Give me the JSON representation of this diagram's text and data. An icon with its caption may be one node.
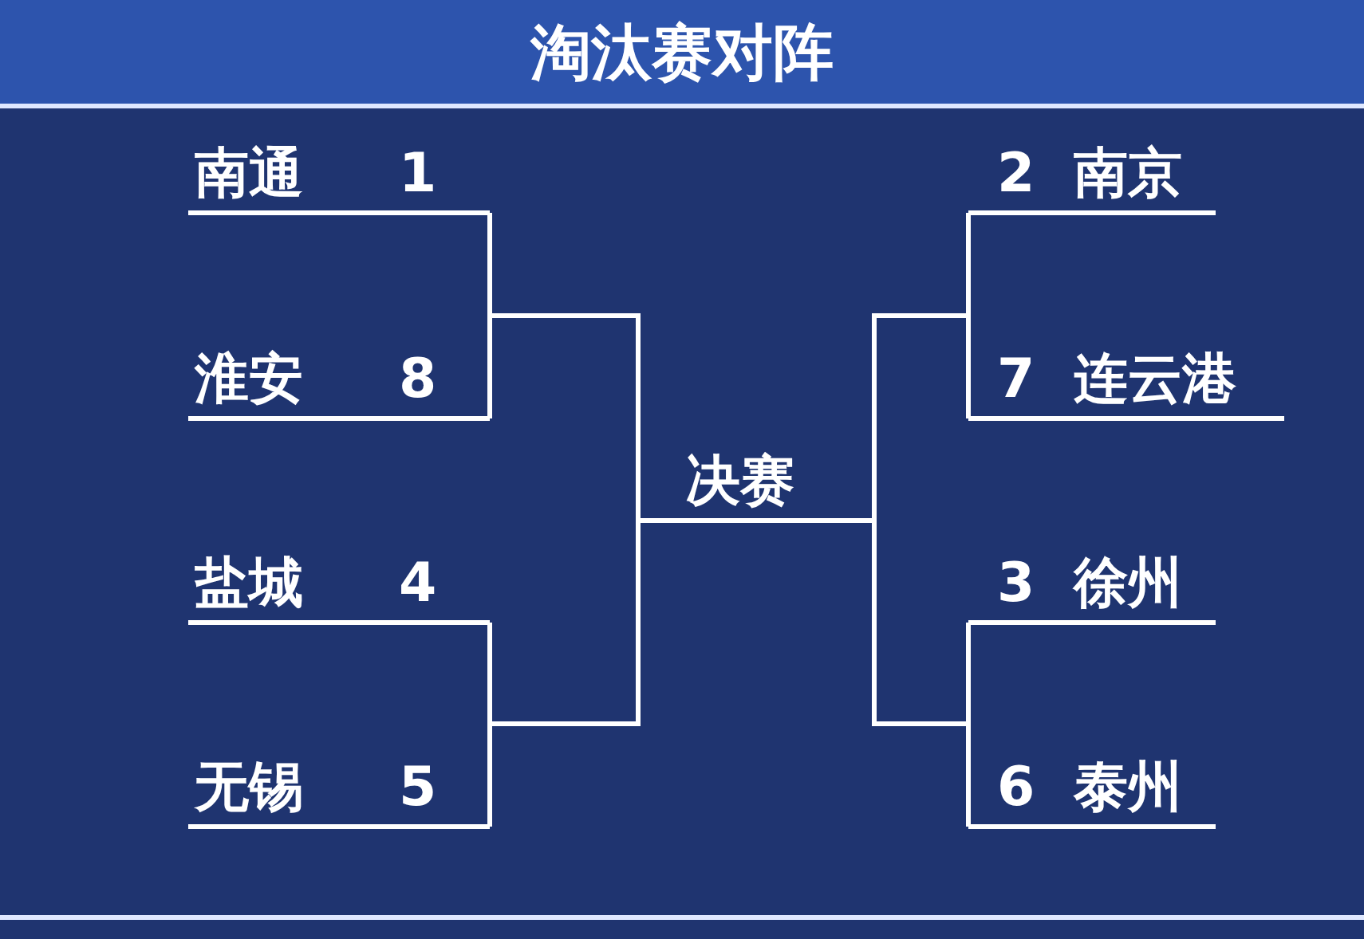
{
  "diagram": {
    "title": "淘汰赛对阵",
    "nodes": [
      {
        "text": [
          "南通",
          "1"
        ]
      },
      {
        "text": [
          "淮安",
          "8"
        ]
      },
      {
        "text": [
          "盐城",
          "4"
        ]
      },
      {
        "text": [
          "无锡",
          "5"
        ]
      },
      {
        "text": [
          "决赛"
        ]
      },
      {
        "text": [
          "2",
          "南京"
        ]
      },
      {
        "text": [
          "7",
          "连云港"
        ]
      },
      {
        "text": [
          "3",
          "徐州"
        ]
      },
      {
        "text": [
          "6",
          "泰州"
        ]
      }
    ],
    "edges": [
      {
        "from": 0,
        "to": 4,
        "arrow": "none"
      },
      {
        "from": 1,
        "to": 4,
        "arrow": "none"
      },
      {
        "from": 2,
        "to": 4,
        "arrow": "none"
      },
      {
        "from": 3,
        "to": 4,
        "arrow": "none"
      },
      {
        "from": 5,
        "to": 4,
        "arrow": "none"
      },
      {
        "from": 6,
        "to": 4,
        "arrow": "none"
      },
      {
        "from": 7,
        "to": 4,
        "arrow": "none"
      },
      {
        "from": 8,
        "to": 4,
        "arrow": "none"
      }
    ]
  }
}
